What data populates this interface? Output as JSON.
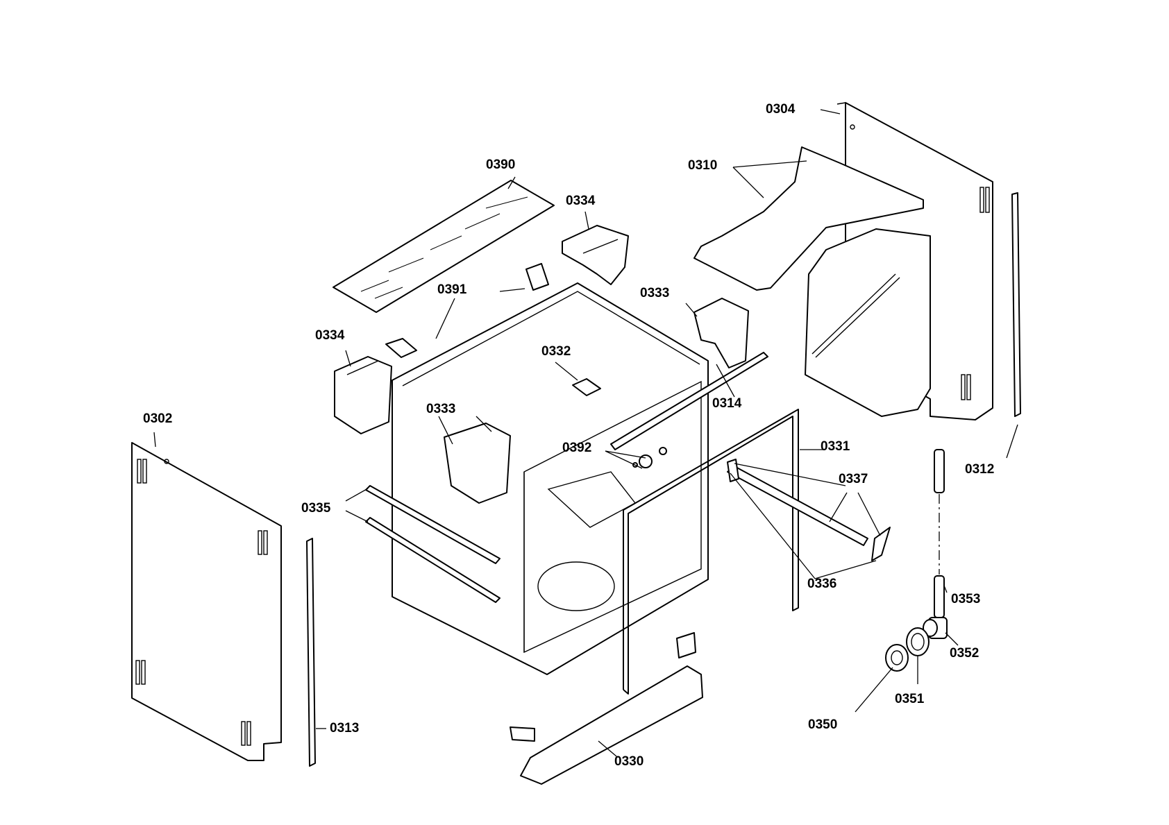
{
  "parts": {
    "p0304": "0304",
    "p0310": "0310",
    "p0390": "0390",
    "p0334a": "0334",
    "p0334b": "0334",
    "p0391": "0391",
    "p0333a": "0333",
    "p0333b": "0333",
    "p0332": "0332",
    "p0314": "0314",
    "p0312": "0312",
    "p0302": "0302",
    "p0331": "0331",
    "p0392": "0392",
    "p0337": "0337",
    "p0335": "0335",
    "p0336": "0336",
    "p0353": "0353",
    "p0352": "0352",
    "p0351": "0351",
    "p0350": "0350",
    "p0313": "0313",
    "p0330": "0330"
  }
}
